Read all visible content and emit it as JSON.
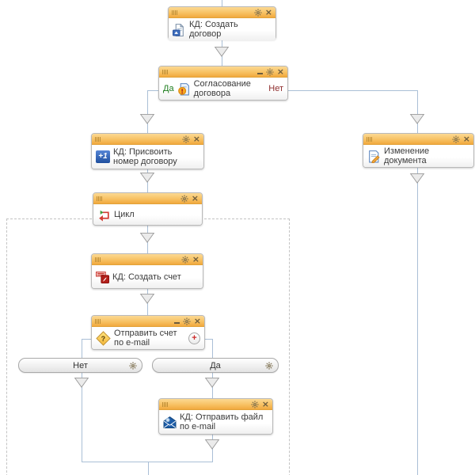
{
  "canvas": {
    "bg": "#ffffff"
  },
  "colors": {
    "node_header": "#f6bd5a",
    "node_border": "#b9b9b9",
    "connector": "#aabfd6",
    "loop_region_dash": "#c3c3c3",
    "yes_green": "#1e7d1e",
    "no_red": "#8e2d2d",
    "plus_red": "#cc2a2a"
  },
  "glyphs": {
    "close": "×",
    "plus": "+",
    "plus_one": "+1",
    "question": "?"
  },
  "nodes": {
    "create_contract": {
      "title": "КД: Создать договор"
    },
    "approval": {
      "title": "Согласование договора",
      "yes": "Да",
      "no": "Нет"
    },
    "assign_number": {
      "title": "КД: Присвоить номер договору"
    },
    "change_document": {
      "title": "Изменение документа"
    },
    "loop": {
      "title": "Цикл"
    },
    "create_invoice": {
      "title": "КД: Создать счет"
    },
    "send_invoice": {
      "title": "Отправить счет по e-mail"
    },
    "send_file": {
      "title": "КД: Отправить файл по e-mail"
    }
  },
  "buttons": {
    "no": "Нет",
    "yes": "Да"
  }
}
